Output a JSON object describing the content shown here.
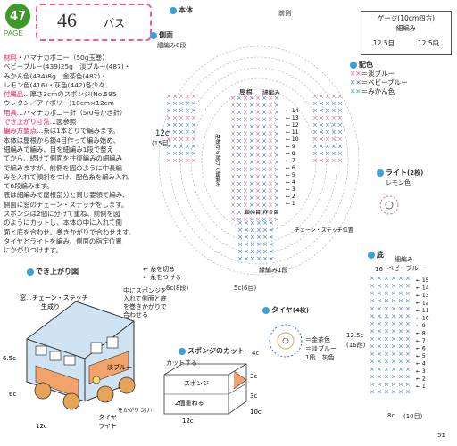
{
  "header": {
    "page_badge": "47",
    "page_label": "PAGE",
    "number": "46",
    "name": "バス"
  },
  "materials": {
    "material_head": "材料",
    "material": "・ハマナカポニー（50g玉巻）",
    "colors1": "ベビーブルー(439)25g　淡ブルー(487)・",
    "colors2": "みかん色(434)8g　金茶色(482)・",
    "colors3": "レモン色(416)・灰色(442)各少々",
    "sub_head": "付属品",
    "sub1": "…厚さ3cmのスポンジ(No.595",
    "sub2": "ウレタン／アイボリー)10cm×12cm",
    "tool_head": "用具",
    "tool": "…ハマナカポニー針（5/0号かぎ針）",
    "size_head": "でき上がり寸法",
    "size": "…図参照",
    "howto_head": "編み方要点",
    "howto": "…糸は1本どりで編みます。",
    "p1": "本体は屋根から鎖4目作って編み始め、",
    "p2": "細編みで編み、目を細編み1段で整え",
    "p3": "てから、続けて側面を往復編みの細編み",
    "p4": "で編みますが、前側を図のように中長編",
    "p5": "みを入れて傾斜をつけ、配色糸を編み入れ",
    "p6": "て8段編みます。",
    "p7": "底は細編みで屋根部分と同じ要領で編み、",
    "p8": "側面に窓のチェーン・ステッチをします。",
    "p9": "スポンジは2個に分けて重ね、前側を図",
    "p10": "のようにカットし、本体の中に入れて側",
    "p11": "面と底を合わせ、巻きかがりで合わせます。",
    "p12": "タイヤとライトを編み、側面の指定位置",
    "p13": "にかがりつけます。"
  },
  "dekiagari": {
    "title": "でき上がり図",
    "chain": "窓…チェーン・ステッチ",
    "color": "生成り",
    "tire": "タイヤ",
    "light": "ライト",
    "kagari": "をかがりつける",
    "sponge_in": "中にスポンジを入れて側面と底を巻きかがりで合わせる",
    "light_blue": "淡ブルー",
    "d1": "6.5c",
    "d2": "12c",
    "d3": "6c"
  },
  "gauge": {
    "title": "ゲージ",
    "unit": "(10cm四方)",
    "stitch": "細編み",
    "val1": "12.5目",
    "val2": "12.5段"
  },
  "legend": {
    "title": "配色",
    "row1": "＝淡ブルー",
    "row2": "＝ベビーブルー",
    "row3": "＝みかん色"
  },
  "body": {
    "title": "本体",
    "front": "前側",
    "side": "側面",
    "side_note": "細編み8段",
    "roof": "屋根",
    "roof_note": "細編み",
    "start": "鎖(4目)作り目",
    "dim_h": "12c",
    "dim_h2": "(15目)",
    "dim_left": "6c(8段)",
    "dim_mid": "5c(6目)",
    "fuchi": "縁編み1段",
    "kiri": "← 糸を切る",
    "tsuke": "← 糸をつける",
    "chain_pos": "チェーン・ステッチ位置",
    "roof_edge": "屋根から続けて細編み",
    "rows_right": [
      "14",
      "13",
      "12",
      "11",
      "10",
      "9",
      "8",
      "7",
      "6",
      "5",
      "4",
      "3",
      "2",
      "1"
    ]
  },
  "light": {
    "title": "ライト",
    "count": "(2枚)",
    "color": "レモン色"
  },
  "tire": {
    "title": "タイヤ",
    "count": "(4枚)",
    "gold": "＝金茶色",
    "blue": "＝淡ブルー",
    "note": "1段…灰色",
    "note2": "4c"
  },
  "bottom": {
    "title": "底",
    "stitch": "細編み",
    "color": "ベビーブルー",
    "dim_left": "12.5c",
    "dim_left2": "(16段)",
    "dim_bottom": "8c",
    "dim_bottom2": "(10目)",
    "count": "16",
    "rows": [
      "15",
      "14",
      "13",
      "12",
      "11",
      "10",
      "9",
      "8",
      "7",
      "6",
      "5",
      "4",
      "3",
      "2",
      "1"
    ],
    "note": "細編み"
  },
  "sponge": {
    "title": "スポンジのカット",
    "cut": "カットする",
    "label1": "スポンジ",
    "label2": "2個重ねる",
    "d1": "3c",
    "d2": "3c",
    "d3": "12c",
    "d4": "10c"
  },
  "footer": {
    "page_no": "51"
  }
}
